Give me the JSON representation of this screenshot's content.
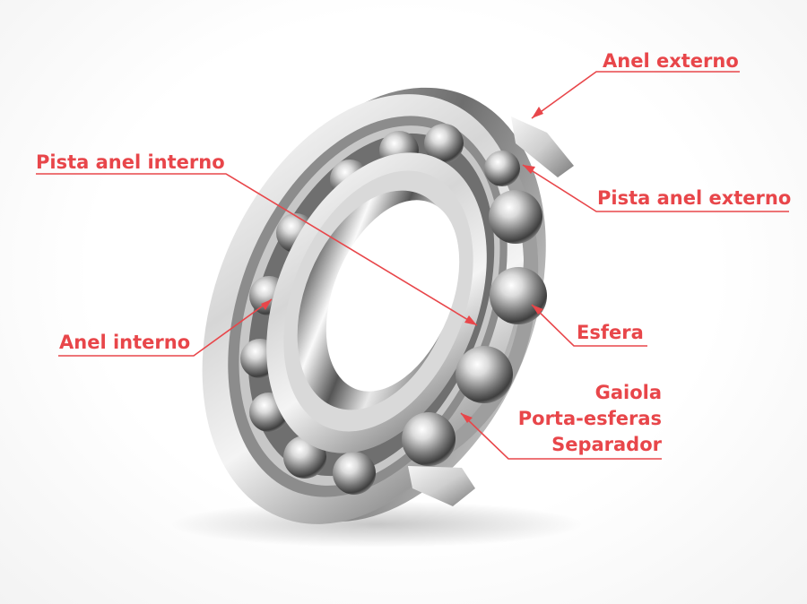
{
  "labels": {
    "outer_ring": "Anel externo",
    "inner_ring_raceway": "Pista anel interno",
    "outer_ring_raceway": "Pista anel externo",
    "inner_ring": "Anel interno",
    "ball": "Esfera",
    "cage": [
      "Gaiola",
      "Porta-esferas",
      "Separador"
    ]
  },
  "colors": {
    "accent": "#e8464a",
    "metal_light": "#f2f2f2",
    "metal_dark": "#5a5a5a"
  }
}
